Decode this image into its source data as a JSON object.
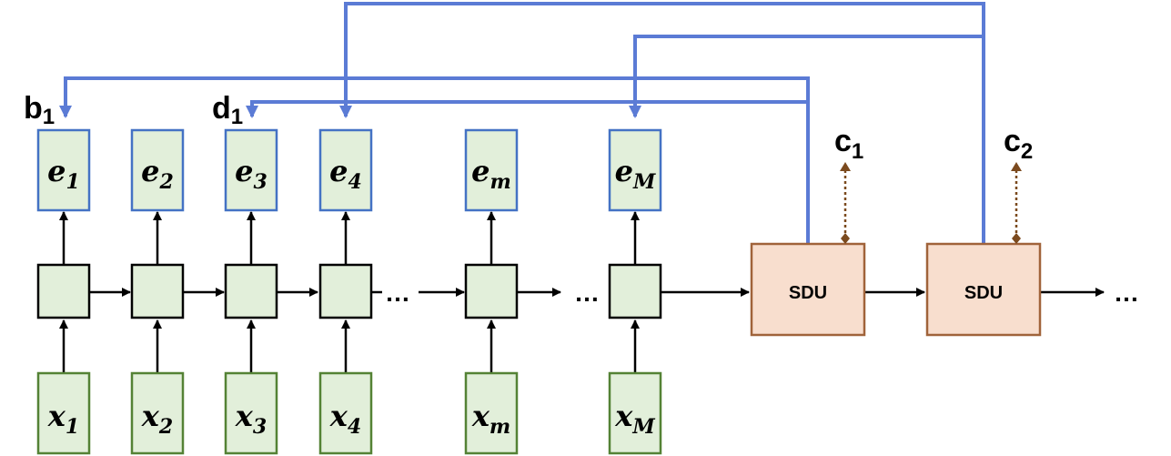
{
  "colors": {
    "embed_fill": "#e2efda",
    "embed_stroke": "#4472c4",
    "input_stroke": "#548235",
    "rnn_stroke": "#000000",
    "sdu_fill": "#f8dece",
    "sdu_stroke": "#a0633a",
    "feedback": "#5b7bd5",
    "dotted": "#7b4a1e"
  },
  "columns": [
    {
      "id": "1",
      "e_base": "e",
      "e_sub": "1",
      "x_base": "x",
      "x_sub": "1"
    },
    {
      "id": "2",
      "e_base": "e",
      "e_sub": "2",
      "x_base": "x",
      "x_sub": "2"
    },
    {
      "id": "3",
      "e_base": "e",
      "e_sub": "3",
      "x_base": "x",
      "x_sub": "3"
    },
    {
      "id": "4",
      "e_base": "e",
      "e_sub": "4",
      "x_base": "x",
      "x_sub": "4"
    },
    {
      "id": "m",
      "e_base": "e",
      "e_sub": "m",
      "x_base": "x",
      "x_sub": "m"
    },
    {
      "id": "M",
      "e_base": "e",
      "e_sub": "M",
      "x_base": "x",
      "x_sub": "M"
    }
  ],
  "sdu_units": [
    {
      "label": "SDU"
    },
    {
      "label": "SDU"
    }
  ],
  "labels": {
    "b_base": "b",
    "b_sub": "1",
    "d_base": "d",
    "d_sub": "1",
    "c1_base": "c",
    "c1_sub": "1",
    "c2_base": "c",
    "c2_sub": "2"
  },
  "ellipses": {
    "after_col4": "…",
    "after_colm": "…",
    "after_sdu2": "…"
  }
}
